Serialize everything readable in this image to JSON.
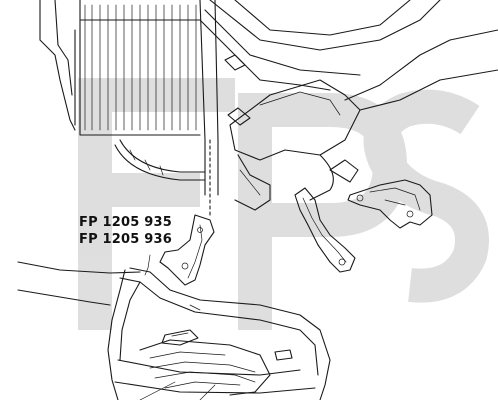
{
  "diagram": {
    "part_numbers": [
      "FP 1205 935",
      "FP 1205 936"
    ],
    "watermark": "FPS",
    "colors": {
      "line": "#1a1a1a",
      "watermark": "#d9d9d9",
      "background": "#ffffff"
    }
  }
}
